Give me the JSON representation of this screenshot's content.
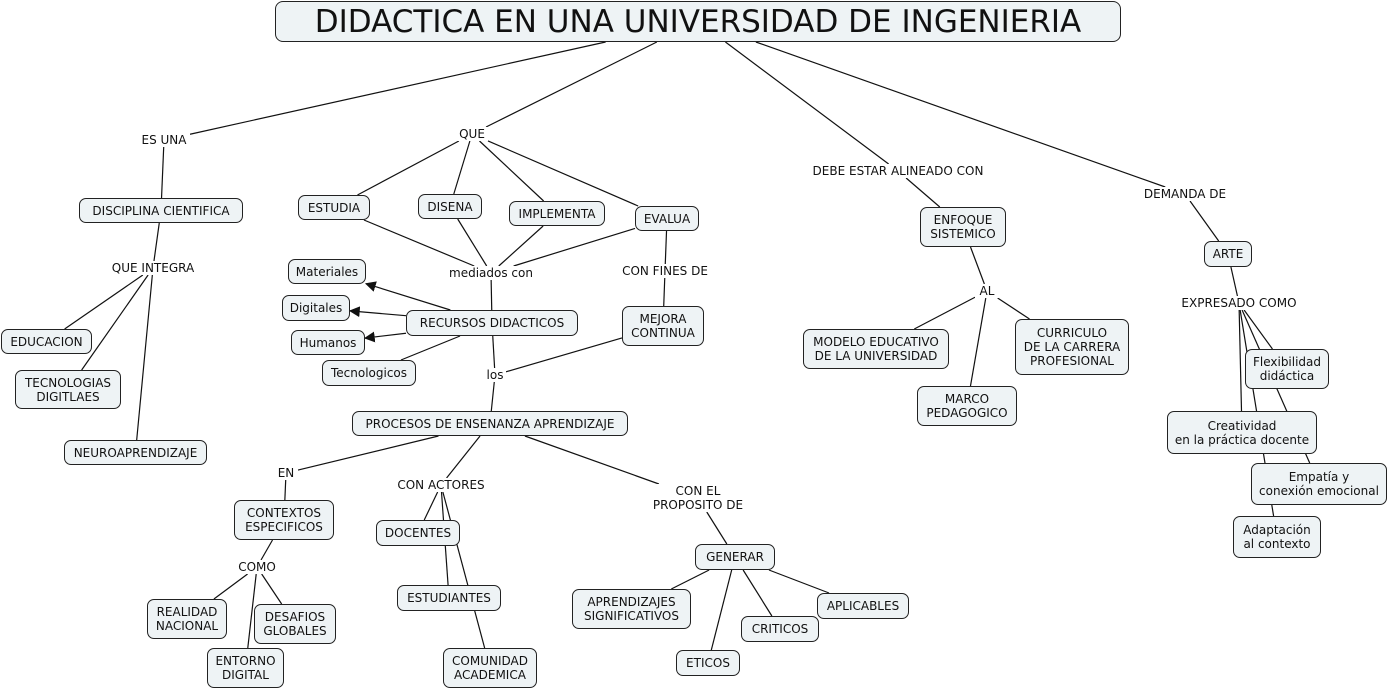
{
  "colors": {
    "node_fill": "#eef3f5",
    "node_border": "#222222",
    "line": "#111111",
    "background": "#ffffff"
  },
  "title": "DIDACTICA EN UNA UNIVERSIDAD DE INGENIERIA",
  "concepts": {
    "disciplina": "DISCIPLINA CIENTIFICA",
    "educacion": "EDUCACION",
    "tecnologias": "TECNOLOGIAS\nDIGITLAES",
    "neuro": "NEUROAPRENDIZAJE",
    "estudia": "ESTUDIA",
    "disena": "DISENA",
    "implementa": "IMPLEMENTA",
    "evalua": "EVALUA",
    "materiales": "Materiales",
    "digitales": "Digitales",
    "humanos": "Humanos",
    "tecnologicos": "Tecnologicos",
    "recursos": "RECURSOS DIDACTICOS",
    "mejora": "MEJORA\nCONTINUA",
    "procesos": "PROCESOS  DE ENSENANZA APRENDIZAJE",
    "contextos": "CONTEXTOS\nESPECIFICOS",
    "realidad": "REALIDAD\nNACIONAL",
    "entorno": "ENTORNO\nDIGITAL",
    "desafios": "DESAFIOS\nGLOBALES",
    "docentes": "DOCENTES",
    "estudiantes": "ESTUDIANTES",
    "comunidad": "COMUNIDAD\nACADEMICA",
    "generar": "GENERAR",
    "aprendizajes": "APRENDIZAJES\nSIGNIFICATIVOS",
    "eticos": "ETICOS",
    "criticos": "CRITICOS",
    "aplicables": "APLICABLES",
    "enfoque": "ENFOQUE\nSISTEMICO",
    "modelo": "MODELO EDUCATIVO\nDE LA UNIVERSIDAD",
    "marco": "MARCO\nPEDAGOGICO",
    "curriculo": "CURRICULO\nDE LA CARRERA\nPROFESIONAL",
    "arte": "ARTE",
    "flexibilidad": "Flexibilidad\ndidáctica",
    "creatividad": "Creatividad\nen la práctica docente",
    "empatia": "Empatía y\nconexión emocional",
    "adaptacion": "Adaptación\nal contexto"
  },
  "linking_phrases": {
    "es_una": "ES UNA",
    "que_integra": "QUE INTEGRA",
    "que": "QUE",
    "mediados_con": "mediados con",
    "con_fines_de": "CON FINES DE",
    "los": "los",
    "en": "EN",
    "como": "COMO",
    "con_actores": "CON ACTORES",
    "con_el_proposito": "CON EL\nPROPOSITO DE",
    "debe_estar": "DEBE ESTAR ALINEADO CON",
    "al": "AL",
    "demanda_de": "DEMANDA DE",
    "expresado_como": "EXPRESADO COMO"
  },
  "connections": [
    [
      "title",
      "es_una"
    ],
    [
      "es_una",
      "disciplina"
    ],
    [
      "disciplina",
      "que_integra"
    ],
    [
      "que_integra",
      "educacion"
    ],
    [
      "que_integra",
      "tecnologias"
    ],
    [
      "que_integra",
      "neuro"
    ],
    [
      "title",
      "que"
    ],
    [
      "que",
      "estudia"
    ],
    [
      "que",
      "disena"
    ],
    [
      "que",
      "implementa"
    ],
    [
      "que",
      "evalua"
    ],
    [
      "estudia",
      "mediados_con"
    ],
    [
      "disena",
      "mediados_con"
    ],
    [
      "implementa",
      "mediados_con"
    ],
    [
      "evalua",
      "mediados_con"
    ],
    [
      "mediados_con",
      "recursos"
    ],
    [
      "recursos",
      "materiales",
      "arrow"
    ],
    [
      "recursos",
      "digitales",
      "arrow"
    ],
    [
      "recursos",
      "humanos",
      "arrow"
    ],
    [
      "recursos",
      "tecnologicos"
    ],
    [
      "evalua",
      "con_fines_de"
    ],
    [
      "con_fines_de",
      "mejora"
    ],
    [
      "recursos",
      "los"
    ],
    [
      "mejora",
      "los"
    ],
    [
      "los",
      "procesos"
    ],
    [
      "procesos",
      "en"
    ],
    [
      "en",
      "contextos"
    ],
    [
      "contextos",
      "como"
    ],
    [
      "como",
      "realidad"
    ],
    [
      "como",
      "entorno"
    ],
    [
      "como",
      "desafios"
    ],
    [
      "procesos",
      "con_actores"
    ],
    [
      "con_actores",
      "docentes"
    ],
    [
      "con_actores",
      "estudiantes"
    ],
    [
      "con_actores",
      "comunidad"
    ],
    [
      "procesos",
      "con_el_proposito"
    ],
    [
      "con_el_proposito",
      "generar"
    ],
    [
      "generar",
      "aprendizajes"
    ],
    [
      "generar",
      "eticos"
    ],
    [
      "generar",
      "criticos"
    ],
    [
      "generar",
      "aplicables"
    ],
    [
      "title",
      "debe_estar"
    ],
    [
      "debe_estar",
      "enfoque"
    ],
    [
      "enfoque",
      "al"
    ],
    [
      "al",
      "modelo"
    ],
    [
      "al",
      "marco"
    ],
    [
      "al",
      "curriculo"
    ],
    [
      "title",
      "demanda_de"
    ],
    [
      "demanda_de",
      "arte"
    ],
    [
      "arte",
      "expresado_como"
    ],
    [
      "expresado_como",
      "flexibilidad"
    ],
    [
      "expresado_como",
      "creatividad"
    ],
    [
      "expresado_como",
      "empatia"
    ],
    [
      "expresado_como",
      "adaptacion"
    ]
  ]
}
